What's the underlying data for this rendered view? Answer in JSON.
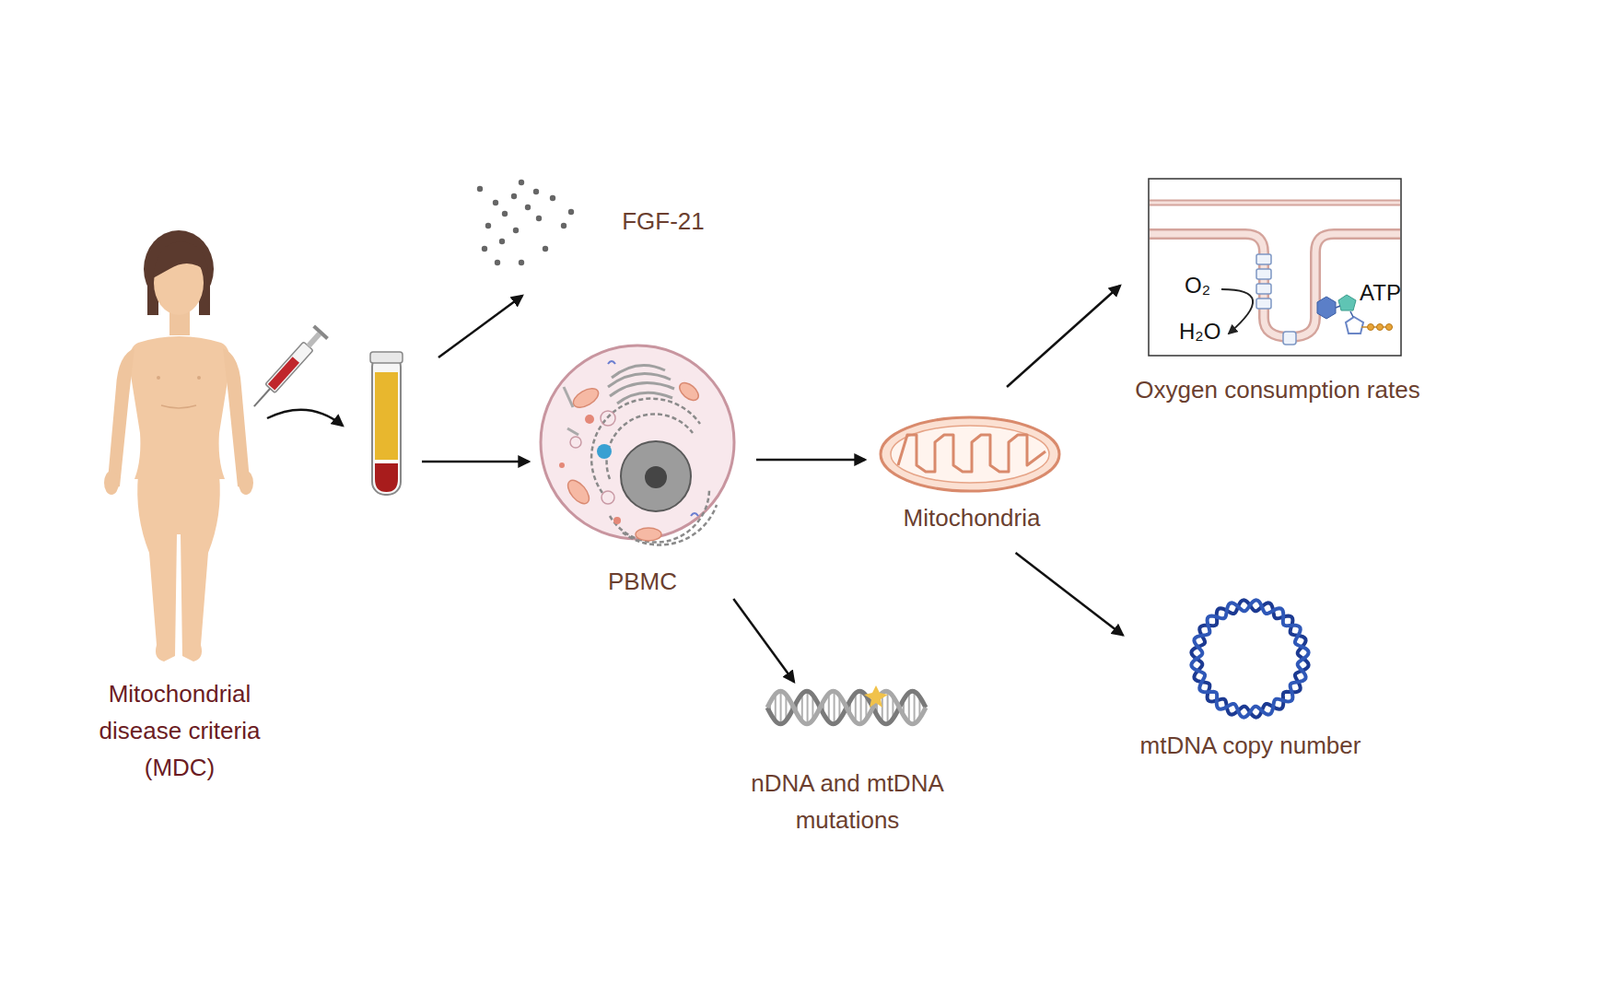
{
  "diagram": {
    "nodes": [
      {
        "text": [
          "Mitochondrial disease criteria (MDC)"
        ]
      },
      {
        "text": [
          "FGF-21"
        ]
      },
      {
        "text": [
          "PBMC"
        ]
      },
      {
        "text": [
          "Mitochondria"
        ]
      },
      {
        "text": [
          "Oxygen consumption rates"
        ]
      },
      {
        "text": [
          "nDNA and mtDNA mutations"
        ]
      },
      {
        "text": [
          "mtDNA copy number"
        ]
      }
    ],
    "edges": [
      {
        "from": 2,
        "to": 3,
        "arrow": "to"
      },
      {
        "from": 2,
        "to": 5,
        "arrow": "to"
      },
      {
        "from": 3,
        "to": 4,
        "arrow": "to"
      },
      {
        "from": 3,
        "to": 6,
        "arrow": "to"
      }
    ],
    "labels": [
      "O₂",
      "H₂O",
      "ATP"
    ]
  }
}
